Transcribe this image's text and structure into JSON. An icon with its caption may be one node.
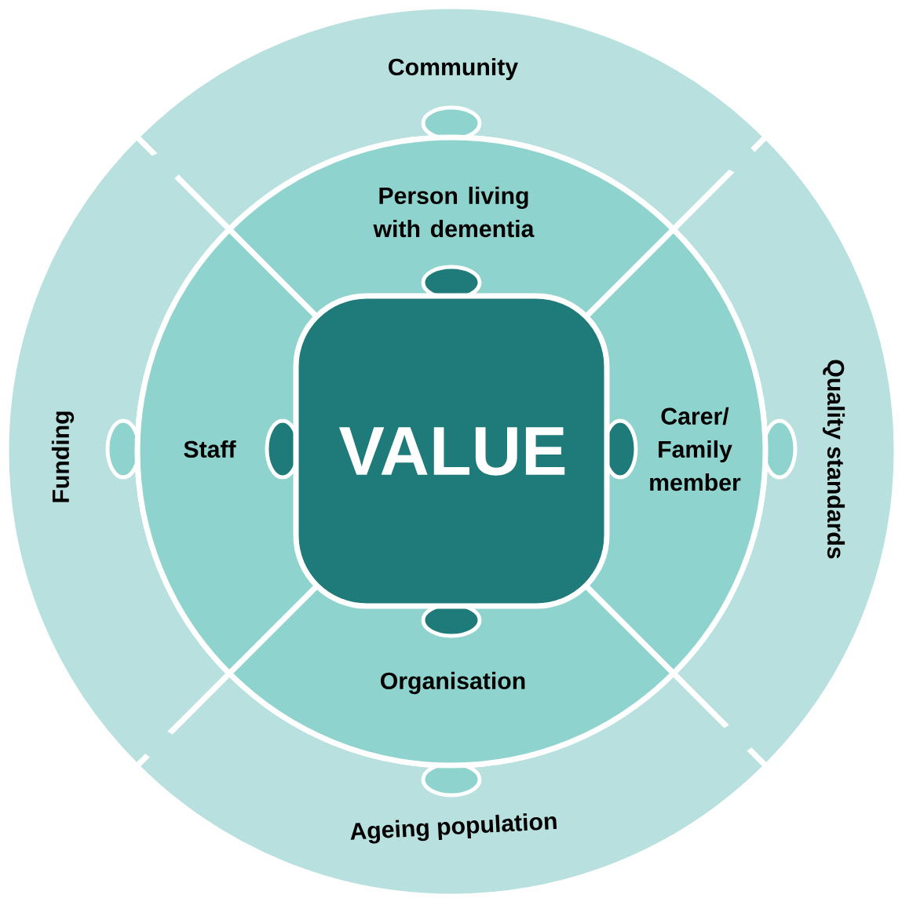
{
  "diagram": {
    "nodes": [
      {
        "text": [
          "Community"
        ]
      },
      {
        "text": [
          "Quality standards"
        ]
      },
      {
        "text": [
          "Ageing population"
        ]
      },
      {
        "text": [
          "Funding"
        ]
      },
      {
        "text": [
          "Person living with dementia"
        ]
      },
      {
        "text": [
          "Carer/ Family member"
        ]
      },
      {
        "text": [
          "Organisation"
        ]
      },
      {
        "text": [
          "Staff"
        ]
      },
      {
        "text": [
          "VALUE"
        ]
      }
    ]
  }
}
